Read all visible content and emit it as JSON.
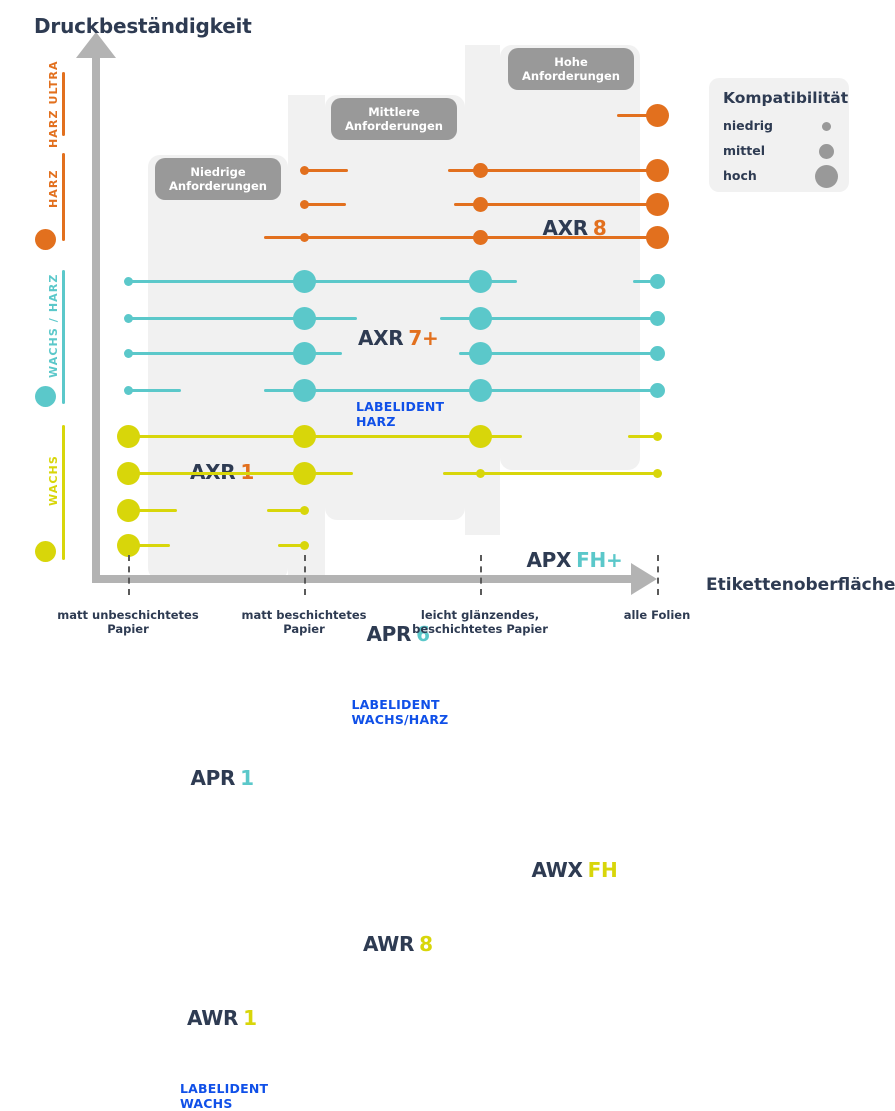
{
  "axes": {
    "y_title": "Druckbeständigkeit",
    "x_title": "Etikettenoberfläche",
    "x_ticks": [
      "matt unbeschichtetes\nPapier",
      "matt beschichtetes\nPapier",
      "leicht glänzendes,\nbeschichtetes Papier",
      "alle Folien"
    ]
  },
  "y_categories": [
    {
      "label": "HARZ ULTRA",
      "color": "#e2701e",
      "has_dot": false
    },
    {
      "label": "HARZ",
      "color": "#e2701e",
      "has_dot": true
    },
    {
      "label": "WACHS / HARZ",
      "color": "#5bc8ca",
      "has_dot": true
    },
    {
      "label": "WACHS",
      "color": "#d8d60a",
      "has_dot": true
    }
  ],
  "zones": [
    {
      "tag": "Niedrige\nAnforderungen"
    },
    {
      "tag": "Mittlere\nAnforderungen"
    },
    {
      "tag": "Hohe\nAnforderungen"
    }
  ],
  "legend": {
    "title": "Kompatibilität",
    "items": [
      {
        "label": "niedrig",
        "size": 9
      },
      {
        "label": "mittel",
        "size": 15
      },
      {
        "label": "hoch",
        "size": 23
      }
    ],
    "color": "#999999"
  },
  "chart_data": {
    "type": "scatter",
    "title": "Druckbeständigkeit / Etikettenoberfläche",
    "xlabel": "Etikettenoberfläche",
    "ylabel": "Druckbeständigkeit",
    "x_categories": [
      "matt unbeschichtetes Papier",
      "matt beschichtetes Papier",
      "leicht glänzendes, beschichtetes Papier",
      "alle Folien"
    ],
    "size_scale": {
      "niedrig": 9,
      "mittel": 15,
      "hoch": 23
    },
    "series": [
      {
        "name": "AXR 8",
        "name_a": "AXR",
        "name_b": "8",
        "kind": "product",
        "band": "HARZ ULTRA",
        "color": "#e2701e",
        "label_col": 3,
        "compat": [
          null,
          null,
          null,
          "hoch"
        ]
      },
      {
        "name": "AXR 7+",
        "name_a": "AXR",
        "name_b": "7+",
        "kind": "product",
        "band": "HARZ",
        "color": "#e2701e",
        "label_col": 2,
        "compat": [
          null,
          "niedrig",
          "mittel",
          "hoch"
        ]
      },
      {
        "name": "LABELIDENT HARZ",
        "name_a": "LABELIDENT",
        "name_b": "HARZ",
        "kind": "labelident",
        "band": "HARZ",
        "color": "#e2701e",
        "label_col": 2,
        "compat": [
          null,
          "niedrig",
          "mittel",
          "hoch"
        ]
      },
      {
        "name": "AXR 1",
        "name_a": "AXR",
        "name_b": "1",
        "kind": "product",
        "band": "HARZ",
        "color": "#e2701e",
        "label_col": 1,
        "compat": [
          null,
          "niedrig",
          "mittel",
          "hoch"
        ]
      },
      {
        "name": "APX FH+",
        "name_a": "APX",
        "name_b": "FH+",
        "kind": "product",
        "band": "WACHS / HARZ",
        "color": "#5bc8ca",
        "label_col": 3,
        "compat": [
          "niedrig",
          "hoch",
          "hoch",
          "mittel"
        ]
      },
      {
        "name": "APR 6",
        "name_a": "APR",
        "name_b": "6",
        "kind": "product",
        "band": "WACHS / HARZ",
        "color": "#5bc8ca",
        "label_col": 2,
        "compat": [
          "niedrig",
          "hoch",
          "hoch",
          "mittel"
        ]
      },
      {
        "name": "LABELIDENT WACHS/HARZ",
        "name_a": "LABELIDENT",
        "name_b": "WACHS/HARZ",
        "kind": "labelident",
        "band": "WACHS / HARZ",
        "color": "#5bc8ca",
        "label_col": 2,
        "compat": [
          "niedrig",
          "hoch",
          "hoch",
          "mittel"
        ]
      },
      {
        "name": "APR 1",
        "name_a": "APR",
        "name_b": "1",
        "kind": "product",
        "band": "WACHS / HARZ",
        "color": "#5bc8ca",
        "label_col": 1,
        "compat": [
          "niedrig",
          "hoch",
          "hoch",
          "mittel"
        ]
      },
      {
        "name": "AWX FH",
        "name_a": "AWX",
        "name_b": "FH",
        "kind": "product",
        "band": "WACHS",
        "color": "#d8d60a",
        "label_col": 3,
        "compat": [
          "hoch",
          "hoch",
          "hoch",
          "niedrig"
        ]
      },
      {
        "name": "AWR 8",
        "name_a": "AWR",
        "name_b": "8",
        "kind": "product",
        "band": "WACHS",
        "color": "#d8d60a",
        "label_col": 2,
        "compat": [
          "hoch",
          "hoch",
          "niedrig",
          "niedrig"
        ]
      },
      {
        "name": "AWR 1",
        "name_a": "AWR",
        "name_b": "1",
        "kind": "product",
        "band": "WACHS",
        "color": "#d8d60a",
        "label_col": 1,
        "compat": [
          "hoch",
          "niedrig",
          null,
          null
        ]
      },
      {
        "name": "LABELIDENT WACHS",
        "name_a": "LABELIDENT",
        "name_b": "WACHS",
        "kind": "labelident",
        "band": "WACHS",
        "color": "#d8d60a",
        "label_col": 1,
        "compat": [
          "hoch",
          "niedrig",
          null,
          null
        ]
      }
    ]
  }
}
